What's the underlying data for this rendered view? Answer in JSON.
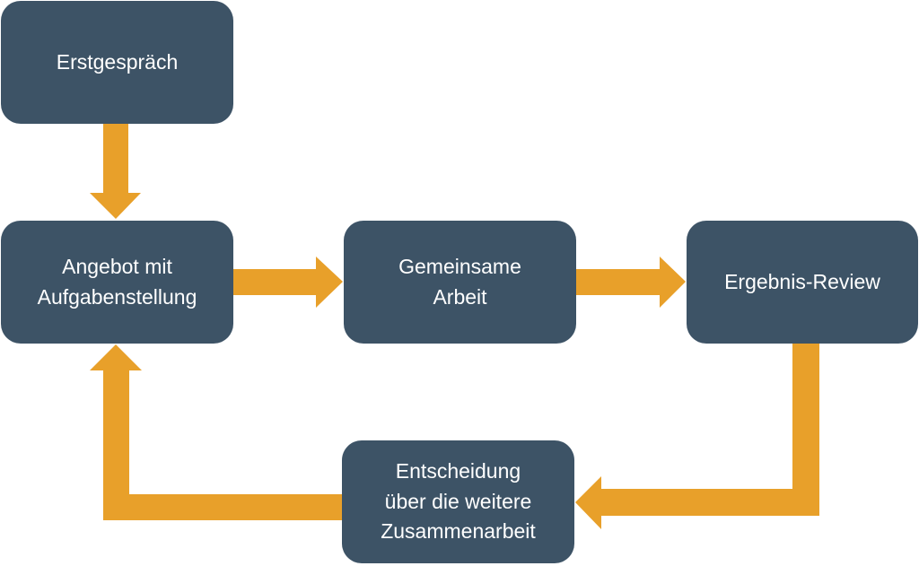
{
  "diagram": {
    "accent_color": "#e8a02a",
    "box_color": "#3d5366",
    "nodes": [
      {
        "id": "erstgespraech",
        "label": "Erstgespräch"
      },
      {
        "id": "angebot",
        "label": "Angebot mit\nAufgabenstellung"
      },
      {
        "id": "gemeinsame-arbeit",
        "label": "Gemeinsame\nArbeit"
      },
      {
        "id": "ergebnis-review",
        "label": "Ergebnis-Review"
      },
      {
        "id": "entscheidung",
        "label": "Entscheidung\nüber die weitere\nZusammenarbeit"
      }
    ],
    "edges": [
      {
        "from": "erstgespraech",
        "to": "angebot"
      },
      {
        "from": "angebot",
        "to": "gemeinsame-arbeit"
      },
      {
        "from": "gemeinsame-arbeit",
        "to": "ergebnis-review"
      },
      {
        "from": "ergebnis-review",
        "to": "entscheidung"
      },
      {
        "from": "entscheidung",
        "to": "angebot"
      }
    ]
  }
}
